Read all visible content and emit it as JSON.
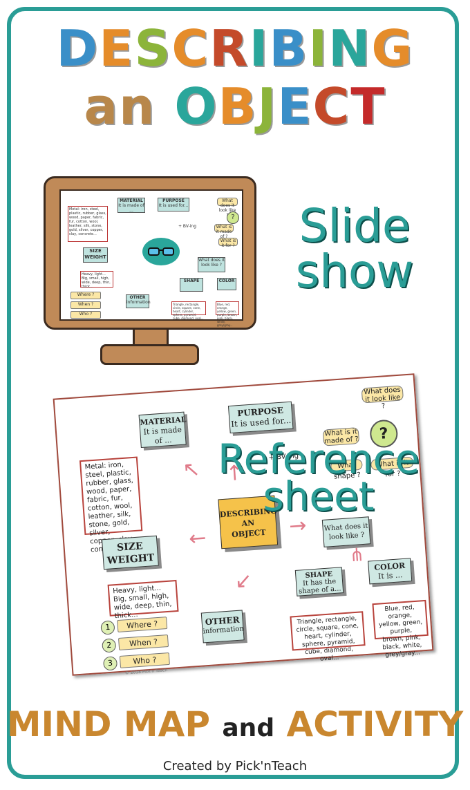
{
  "title": {
    "line1": "DESCRIBING",
    "line1_colors": [
      "#3a8fc8",
      "#e58c2a",
      "#8cb43a",
      "#e58c2a",
      "#c44a2a",
      "#2aa69b",
      "#3a8fc8",
      "#8cb43a",
      "#2aa69b",
      "#e58c2a"
    ],
    "line2_a": "an",
    "line2_b": "OBJECT",
    "line2_a_color": "#b8874a",
    "line2_b_colors": [
      "#2aa69b",
      "#e58c2a",
      "#8cb43a",
      "#3a8fc8",
      "#c44a2a",
      "#c42a2a"
    ]
  },
  "slideshow_label": {
    "line1": "Slide",
    "line2": "show"
  },
  "reference_label": {
    "line1": "Reference",
    "line2": "sheet"
  },
  "sheet": {
    "material": {
      "title": "MATERIAL",
      "subtitle": "It is made of ...",
      "examples": "Metal: iron, steel, plastic, rubber, glass, wood, paper, fabric, fur, cotton, wool, leather, silk, stone, gold, silver, copper, clay, concrete..."
    },
    "purpose": {
      "title": "PURPOSE",
      "subtitle": "It is used for...",
      "hint": "+ BV-ing"
    },
    "center": {
      "line1": "DESCRIBING",
      "line2": "AN",
      "line3": "OBJECT"
    },
    "questions": {
      "q1": "What does it look like ?",
      "q2": "What is it made of ?",
      "q3": "What shape ?",
      "q4": "What is it for ?",
      "q_mark": "?"
    },
    "look_like": {
      "text": "What does it look like ?"
    },
    "size": {
      "title1": "SIZE",
      "title2": "WEIGHT",
      "examples": "Heavy, light... Big, small, high, wide, deep, thin, thick..."
    },
    "shape": {
      "title": "SHAPE",
      "subtitle": "It has the shape of a...",
      "examples": "Triangle, rectangle, circle, square, cone, heart, cylinder, sphere, pyramid, cube, diamond, oval..."
    },
    "color": {
      "title": "COLOR",
      "subtitle": "It is ...",
      "examples": "Blue, red, orange, yellow, green, purple, brown, pink, black, white, grey/gray..."
    },
    "other": {
      "title": "OTHER",
      "subtitle": "information"
    },
    "wh": [
      {
        "n": "1",
        "label": "Where ?"
      },
      {
        "n": "2",
        "label": "When ?"
      },
      {
        "n": "3",
        "label": "Who ?"
      }
    ],
    "footer": "© 2018 Pick'n Teach"
  },
  "bottom": {
    "part1": "MIND MAP",
    "part2": "and",
    "part3": "ACTIVITY",
    "part1_color": "#c9872f",
    "part2_color": "#222222",
    "part3_color": "#c9872f"
  },
  "credit": "Created by Pick'nTeach",
  "colors": {
    "teal": "#2a9d96",
    "frame": "#2a9d96",
    "monitor": "#c08a58"
  }
}
